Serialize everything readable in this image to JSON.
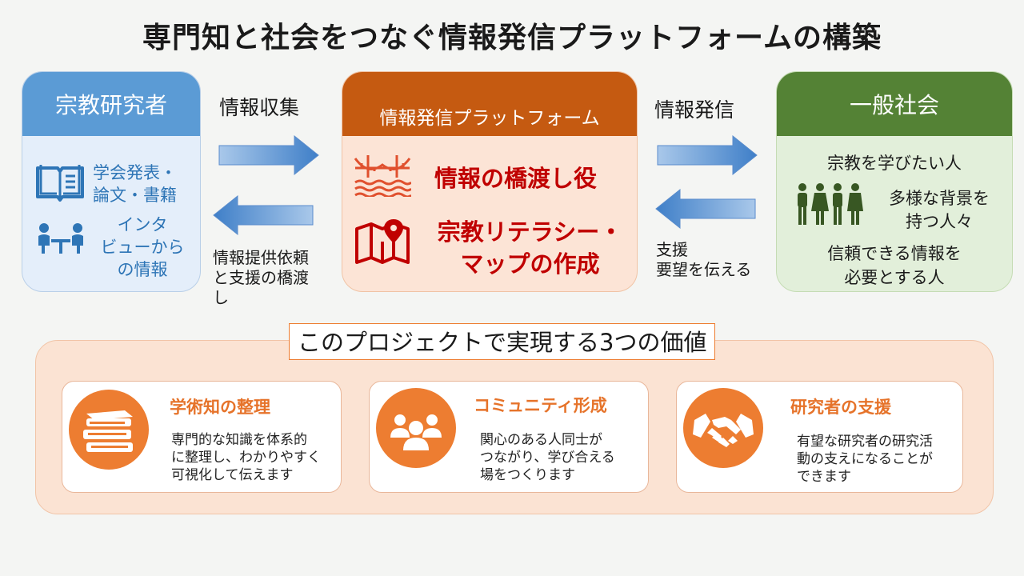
{
  "title": "専門知と社会をつなぐ情報発信プラットフォームの構築",
  "researchers": {
    "header": "宗教研究者",
    "item1": [
      "学会発表・",
      "論文・書籍"
    ],
    "item2": [
      "インタ",
      "ビューから",
      "の情報"
    ]
  },
  "flow_left": {
    "top_label": "情報収集",
    "bottom_label": [
      "情報提供依頼",
      "と支援の橋渡",
      "し"
    ]
  },
  "platform": {
    "header": "情報発信プラットフォーム",
    "role1": "情報の橋渡し役",
    "role2": [
      "宗教リテラシー・",
      "マップの作成"
    ]
  },
  "flow_right": {
    "top_label": "情報発信",
    "bottom_label": [
      "支援",
      "要望を伝える"
    ]
  },
  "society": {
    "header": "一般社会",
    "item1": "宗教を学びたい人",
    "item2": [
      "多様な背景を",
      "持つ人々"
    ],
    "item3": [
      "信頼できる情報を",
      "必要とする人"
    ]
  },
  "values": {
    "heading": "このプロジェクトで実現する3つの価値",
    "cards": [
      {
        "title": "学術知の整理",
        "text": [
          "専門的な知識を体系的",
          "に整理し、わかりやすく",
          "可視化して伝えます"
        ]
      },
      {
        "title": "コミュニティ形成",
        "text": [
          "関心のある人同士が",
          "つながり、学び合える",
          "場をつくります"
        ]
      },
      {
        "title": "研究者の支援",
        "text": [
          "有望な研究者の研究活",
          "動の支えになることが",
          "できます"
        ]
      }
    ]
  },
  "colors": {
    "researcher_blue": "#5b9bd5",
    "platform_orange": "#c55a11",
    "society_green": "#548235",
    "accent_orange": "#ed7d31",
    "role_red": "#c00000"
  }
}
